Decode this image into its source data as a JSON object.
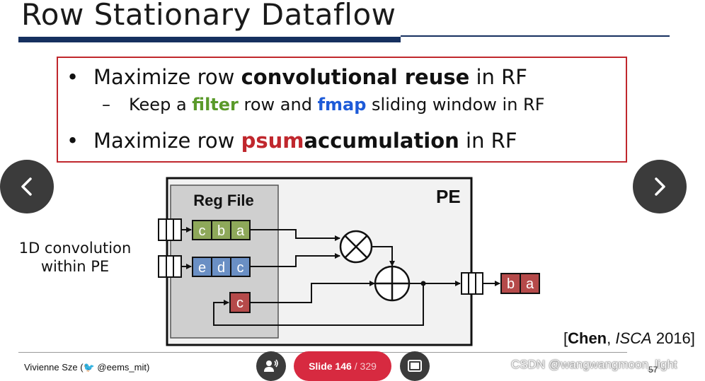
{
  "slide": {
    "title": "Row Stationary Dataflow",
    "bullets": {
      "b1_pre": "Maximize row ",
      "b1_bold": "convolutional reuse",
      "b1_post": " in RF",
      "b2_pre": "Keep a ",
      "b2_filter": "filter",
      "b2_mid": " row and ",
      "b2_fmap": "fmap",
      "b2_post": " sliding window in RF",
      "b3_pre": "Maximize row ",
      "b3_psum": "psum",
      "b3_bold": "accumulation",
      "b3_post": " in RF",
      "bullet_glyph": "•",
      "dash_glyph": "–"
    },
    "side_label_line1": "1D convolution",
    "side_label_line2": "within PE",
    "diagram": {
      "pe_label": "PE",
      "regfile_label": "Reg File",
      "filter_cells": [
        "c",
        "b",
        "a"
      ],
      "fmap_cells": [
        "e",
        "d",
        "c"
      ],
      "psum_cell": "c",
      "output_cells": [
        "b",
        "a"
      ],
      "colors": {
        "filter": "#8ea85a",
        "fmap": "#6a8fc4",
        "psum": "#b54a4a",
        "output": "#b54a4a"
      }
    },
    "citation_bold": "Chen",
    "citation_sep": ", ",
    "citation_italic": "ISCA",
    "citation_year": " 2016",
    "footer_author_pre": "Vivienne Sze (",
    "footer_author_handle": "@eems_mit)"
  },
  "player": {
    "slide_label": "Slide 146",
    "slide_total": "/ 329",
    "prev_icon": "chevron-left-icon",
    "next_icon": "chevron-right-icon"
  },
  "watermark": "CSDN @wangwangmoon_light",
  "page_number": "57"
}
